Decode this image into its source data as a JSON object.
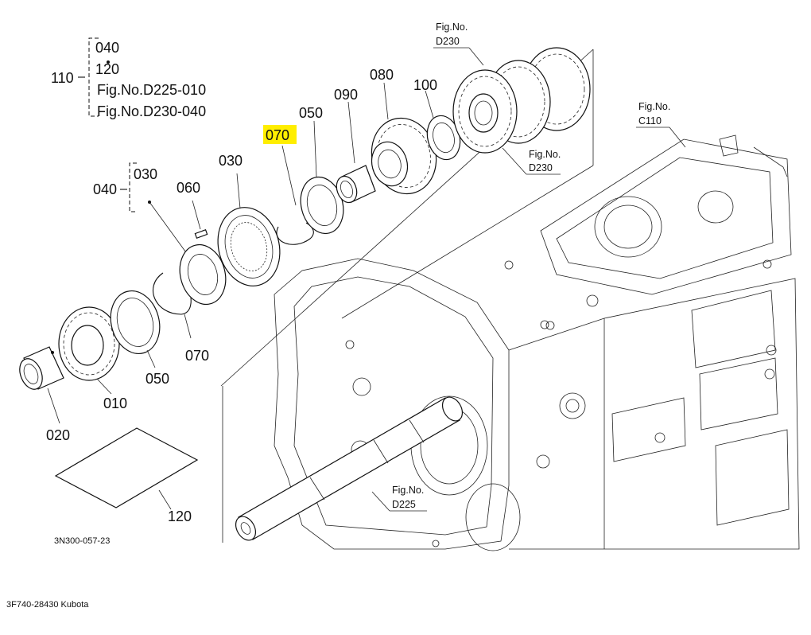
{
  "diagram": {
    "drawing_code": "3N300-057-23",
    "caption": "3F740-28430 Kubota",
    "highlight_color": "#ffee00",
    "highlighted_part": "070",
    "group_110": {
      "label": "110",
      "items": [
        "040",
        "120",
        "Fig.No.D225-010",
        "Fig.No.D230-040"
      ]
    },
    "group_040": {
      "label": "040",
      "items": [
        "030"
      ]
    },
    "parts": {
      "p010": "010",
      "p020": "020",
      "p030": "030",
      "p050a": "050",
      "p050b": "050",
      "p060": "060",
      "p070a": "070",
      "p070b": "070",
      "p080": "080",
      "p090": "090",
      "p100": "100",
      "p120": "120"
    },
    "refs": {
      "fig_label": "Fig.No.",
      "d230_top": "D230",
      "d230_mid": "D230",
      "c110": "C110",
      "d225": "D225"
    }
  }
}
